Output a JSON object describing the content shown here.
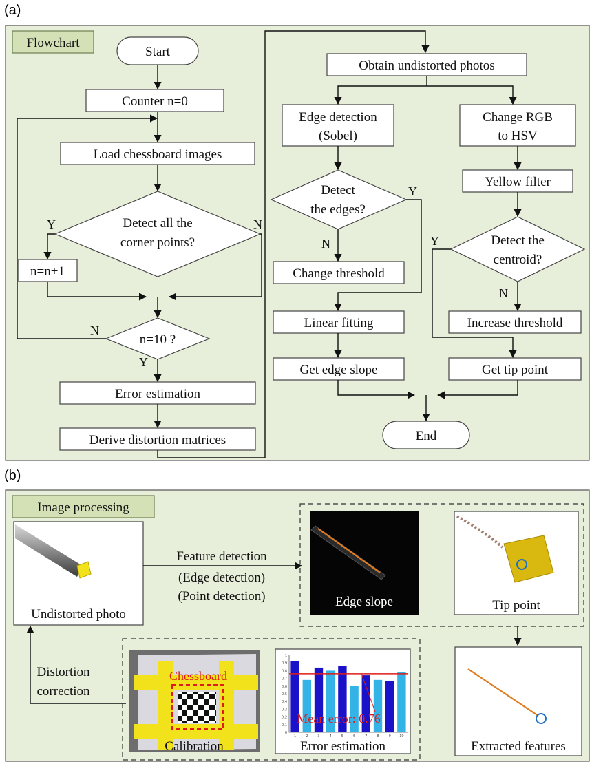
{
  "panel_a": {
    "label": "(a)",
    "tag": "Flowchart",
    "nodes": {
      "start": "Start",
      "counter": "Counter n=0",
      "load": "Load chessboard images",
      "detect_corners_l1": "Detect all the",
      "detect_corners_l2": "corner points?",
      "increment": "n=n+1",
      "n10": "n=10 ?",
      "error_est": "Error estimation",
      "derive": "Derive distortion matrices",
      "obtain": "Obtain undistorted photos",
      "edge_l1": "Edge detection",
      "edge_l2": "(Sobel)",
      "rgb_l1": "Change RGB",
      "rgb_l2": "to HSV",
      "detect_edges_l1": "Detect",
      "detect_edges_l2": "the edges?",
      "yellow": "Yellow filter",
      "centroid_l1": "Detect the",
      "centroid_l2": "centroid?",
      "change_thr": "Change threshold",
      "linear": "Linear fitting",
      "increase_thr": "Increase threshold",
      "edge_slope": "Get edge slope",
      "tip_point": "Get tip point",
      "end": "End"
    },
    "yn": {
      "y": "Y",
      "n": "N"
    }
  },
  "panel_b": {
    "label": "(b)",
    "tag": "Image processing",
    "undistorted": "Undistorted photo",
    "feature_l1": "Feature detection",
    "feature_l2": "(Edge detection)",
    "feature_l3": "(Point detection)",
    "edge_slope": "Edge slope",
    "tip_point": "Tip point",
    "distortion_l1": "Distortion",
    "distortion_l2": "correction",
    "chessboard": "Chessboard",
    "calibration": "Calibration",
    "mean_error": "Mean error: 0.76",
    "error_estimation": "Error estimation",
    "extracted": "Extracted features"
  },
  "colors": {
    "panel_bg": "#e7efda",
    "tag_bg": "#d4e0b6",
    "orange_line": "#e07b1f",
    "blue_circle": "#1f6fbf",
    "yellow_tape": "#f2e21c",
    "red": "#e01b1b"
  },
  "chart_data": {
    "type": "bar",
    "categories": [
      "1",
      "2",
      "3",
      "4",
      "5",
      "6",
      "7",
      "8",
      "9",
      "10"
    ],
    "values": [
      0.92,
      0.68,
      0.84,
      0.8,
      0.86,
      0.6,
      0.74,
      0.68,
      0.67,
      0.78
    ],
    "ylim": [
      0,
      1
    ],
    "yticks": [
      "0",
      "0.1",
      "0.2",
      "0.3",
      "0.4",
      "0.5",
      "0.6",
      "0.7",
      "0.8",
      "0.9",
      "1"
    ],
    "mean_line": 0.76,
    "colors": [
      "#1a12c8",
      "#33b3e6"
    ]
  }
}
